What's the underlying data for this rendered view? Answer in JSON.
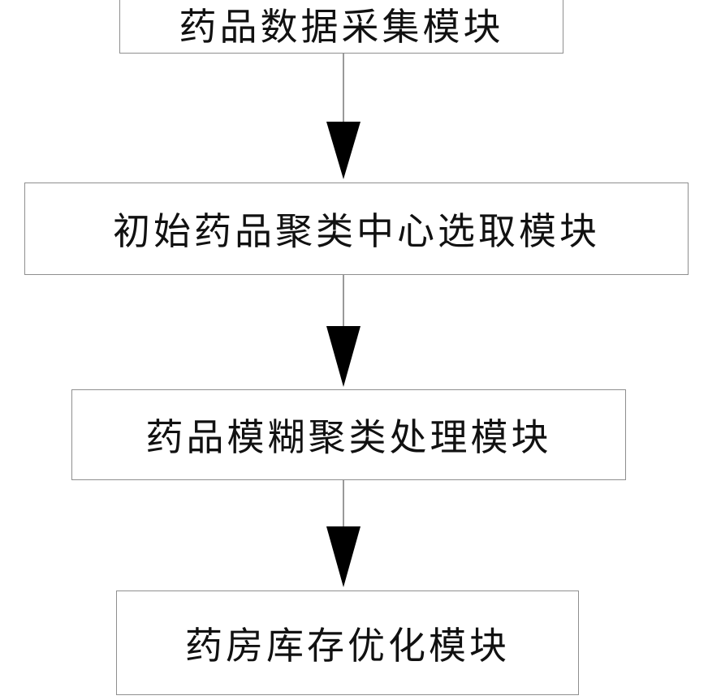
{
  "flowchart": {
    "nodes": [
      {
        "label": "药品数据采集模块"
      },
      {
        "label": "初始药品聚类中心选取模块"
      },
      {
        "label": "药品模糊聚类处理模块"
      },
      {
        "label": "药房库存优化模块"
      }
    ],
    "edges": [
      {
        "from": 0,
        "to": 1
      },
      {
        "from": 1,
        "to": 2
      },
      {
        "from": 2,
        "to": 3
      }
    ]
  }
}
